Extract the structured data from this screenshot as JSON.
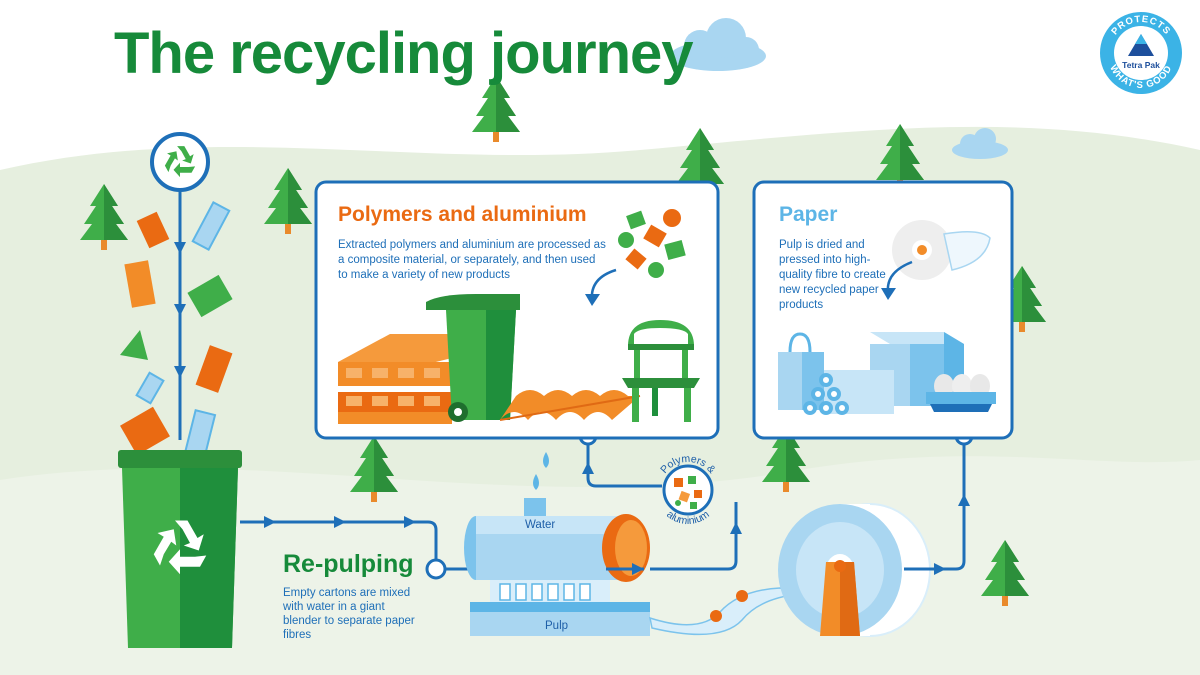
{
  "title": "The recycling journey",
  "polymers_panel": {
    "heading": "Polymers and aluminium",
    "body": "Extracted polymers and aluminium are processed as a composite material, or separately, and then used to make a variety of new products"
  },
  "paper_panel": {
    "heading": "Paper",
    "body": "Pulp is dried and pressed into high-quality fibre to create new recycled paper products"
  },
  "repulping": {
    "heading": "Re-pulping",
    "body": "Empty cartons are mixed with water in a giant blender to separate paper fibres"
  },
  "tank": {
    "water_label": "Water",
    "pulp_label": "Pulp"
  },
  "bubble": {
    "line1": "Polymers &",
    "line2": "aluminium"
  },
  "logo": {
    "top_text": "PROTECTS",
    "bottom_text": "WHAT'S GOOD",
    "brand": "Tetra Pak"
  },
  "colors": {
    "green": "#168a3a",
    "orange": "#ea6a12",
    "blue_line": "#1e6fb8",
    "light_blue": "#5db5e6",
    "background_hill": "#e6efdf"
  },
  "icons": [
    "recycle-icon",
    "tree-icon",
    "cloud-icon",
    "recycling-bin-icon",
    "pallet-icon",
    "wheelie-bin-icon",
    "chair-icon",
    "paper-roll-icon",
    "egg-carton-icon"
  ]
}
